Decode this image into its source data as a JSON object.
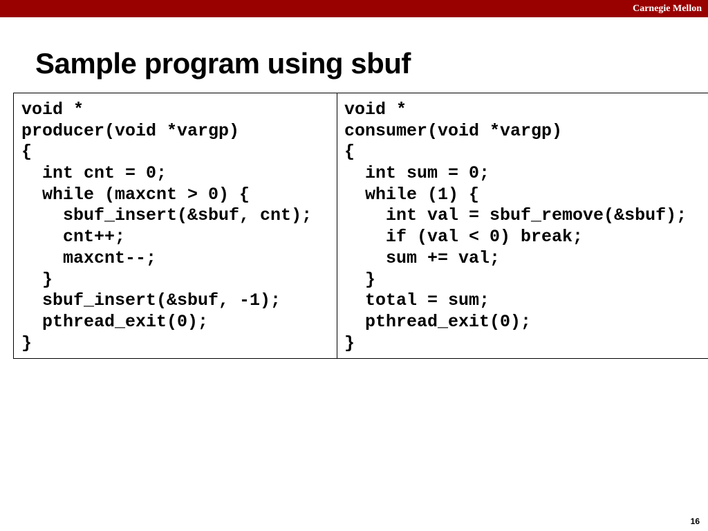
{
  "header": {
    "org_label": "Carnegie Mellon",
    "bar_color": "#990000"
  },
  "slide": {
    "title": "Sample program using sbuf",
    "page_number": "16"
  },
  "code_panels": {
    "producer": {
      "lines": [
        "void *",
        "producer(void *vargp)",
        "{",
        "  int cnt = 0;",
        "  while (maxcnt > 0) {",
        "    sbuf_insert(&sbuf, cnt);",
        "    cnt++;",
        "    maxcnt--;",
        "  }",
        "  sbuf_insert(&sbuf, -1);",
        "  pthread_exit(0);",
        "}"
      ]
    },
    "consumer": {
      "lines": [
        "void *",
        "consumer(void *vargp)",
        "{",
        "  int sum = 0;",
        "  while (1) {",
        "    int val = sbuf_remove(&sbuf);",
        "    if (val < 0) break;",
        "    sum += val;",
        "  }",
        "  total = sum;",
        "  pthread_exit(0);",
        "}"
      ]
    }
  }
}
